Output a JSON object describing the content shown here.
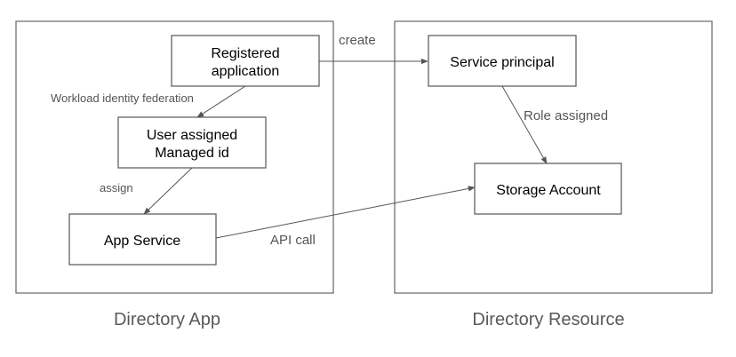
{
  "regions": {
    "app": {
      "label": "Directory App"
    },
    "resource": {
      "label": "Directory Resource"
    }
  },
  "nodes": {
    "registered_app": {
      "lines": [
        "Registered",
        "application"
      ]
    },
    "managed_id": {
      "lines": [
        "User assigned",
        "Managed id"
      ]
    },
    "app_service": {
      "lines": [
        "App Service"
      ]
    },
    "service_principal": {
      "lines": [
        "Service principal"
      ]
    },
    "storage_account": {
      "lines": [
        "Storage Account"
      ]
    }
  },
  "edges": {
    "create": {
      "label": "create"
    },
    "federation": {
      "label": "Workload identity federation"
    },
    "assign": {
      "label": "assign"
    },
    "role": {
      "label": "Role assigned"
    },
    "api_call": {
      "label": "API call"
    }
  },
  "colors": {
    "line": "#555555",
    "text": "#000000",
    "label": "#595959"
  }
}
